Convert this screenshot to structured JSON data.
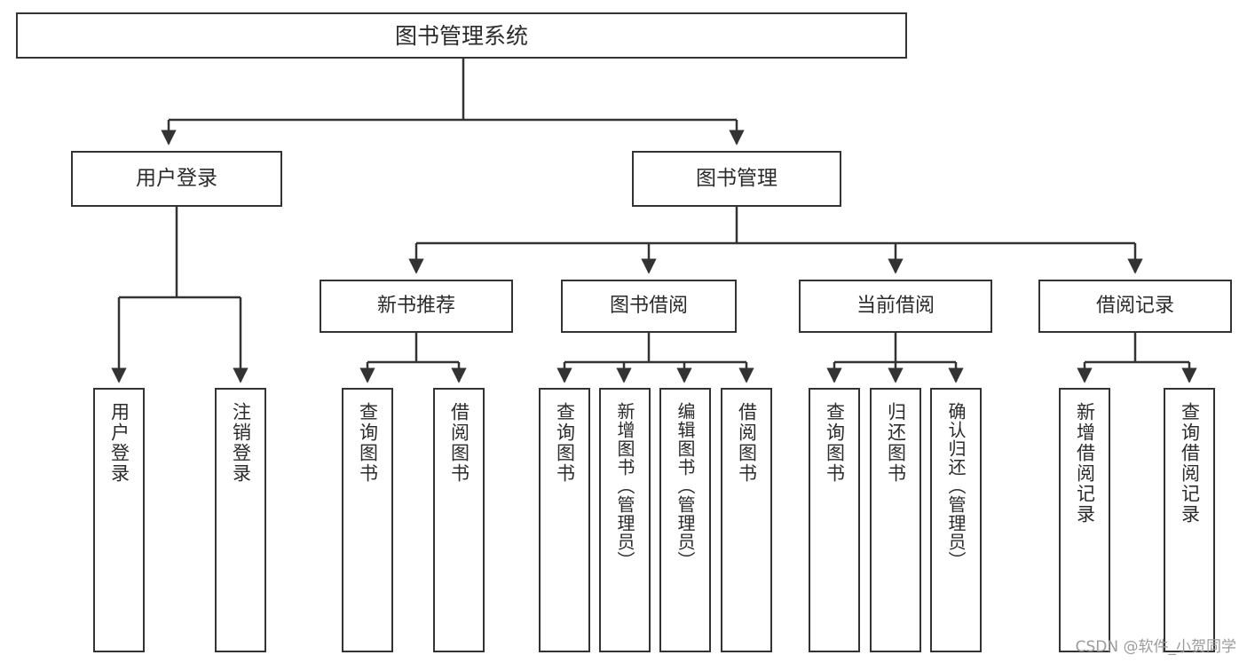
{
  "diagram": {
    "type": "tree",
    "title": "图书管理系统",
    "orientation": "top-down",
    "colors": {
      "background": "#ffffff",
      "box_border": "#333333",
      "box_fill": "#ffffff",
      "text": "#2b2b2b",
      "edge": "#333333",
      "watermark": "#9b9b9b"
    },
    "watermark": "CSDN @软件_小贺同学"
  },
  "nodes": {
    "root": {
      "label": "图书管理系统",
      "level": 0
    },
    "level1": [
      {
        "id": "user-login",
        "label": "用户登录"
      },
      {
        "id": "book-manage",
        "label": "图书管理"
      }
    ],
    "level2": [
      {
        "id": "new-book-recommend",
        "label": "新书推荐",
        "parent": "book-manage"
      },
      {
        "id": "book-borrow",
        "label": "图书借阅",
        "parent": "book-manage"
      },
      {
        "id": "current-borrow",
        "label": "当前借阅",
        "parent": "book-manage"
      },
      {
        "id": "borrow-record",
        "label": "借阅记录",
        "parent": "book-manage"
      }
    ],
    "leaves": {
      "user-login": [
        {
          "id": "leaf-user-login",
          "label": "用户登录"
        },
        {
          "id": "leaf-user-logout",
          "label": "注销登录"
        }
      ],
      "new-book-recommend": [
        {
          "id": "leaf-query-book-1",
          "label": "查询图书"
        },
        {
          "id": "leaf-borrow-book-1",
          "label": "借阅图书"
        }
      ],
      "book-borrow": [
        {
          "id": "leaf-query-book-2",
          "label": "查询图书"
        },
        {
          "id": "leaf-add-book",
          "label": "新增图书（管理员）"
        },
        {
          "id": "leaf-edit-book",
          "label": "编辑图书（管理员）"
        },
        {
          "id": "leaf-borrow-book-2",
          "label": "借阅图书"
        }
      ],
      "current-borrow": [
        {
          "id": "leaf-query-book-3",
          "label": "查询图书"
        },
        {
          "id": "leaf-return-book",
          "label": "归还图书"
        },
        {
          "id": "leaf-confirm-return",
          "label": "确认归还（管理员）"
        }
      ],
      "borrow-record": [
        {
          "id": "leaf-add-record",
          "label": "新增借阅记录"
        },
        {
          "id": "leaf-query-record",
          "label": "查询借阅记录"
        }
      ]
    }
  }
}
